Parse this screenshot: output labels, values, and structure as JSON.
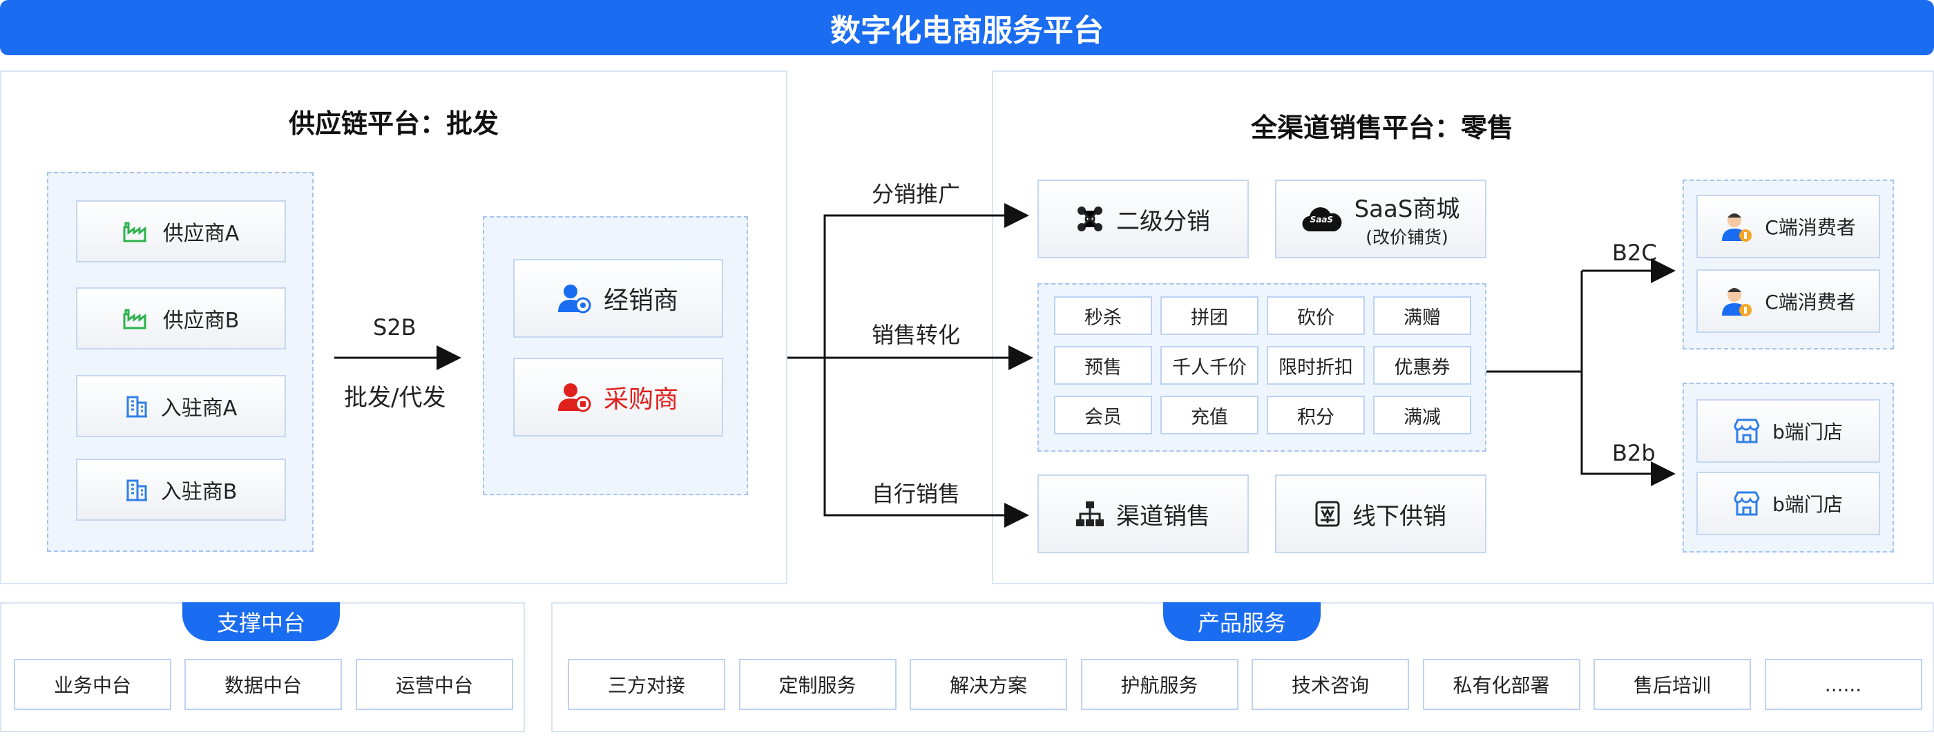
{
  "title": "数字化电商服务平台",
  "left": {
    "title": "供应链平台：批发",
    "suppliers": [
      "供应商A",
      "供应商B"
    ],
    "residents": [
      "入驻商A",
      "入驻商B"
    ],
    "arrow_top": "S2B",
    "arrow_bottom": "批发/代发",
    "dealer": "经销商",
    "buyer": "采购商"
  },
  "right": {
    "title": "全渠道销售平台：零售",
    "route_labels": [
      "分销推广",
      "销售转化",
      "自行销售"
    ],
    "secondary": "二级分销",
    "saas_main": "SaaS商城",
    "saas_sub": "(改价铺货)",
    "saas_logo": "SaaS",
    "promos": [
      "秒杀",
      "拼团",
      "砍价",
      "满赠",
      "预售",
      "千人千价",
      "限时折扣",
      "优惠券",
      "会员",
      "充值",
      "积分",
      "满减"
    ],
    "channel": "渠道销售",
    "offline": "线下供销",
    "b2c": "B2C",
    "b2b": "B2b",
    "consumers": [
      "C端消费者",
      "C端消费者"
    ],
    "stores": [
      "b端门店",
      "b端门店"
    ]
  },
  "support": {
    "title": "支撑中台",
    "items": [
      "业务中台",
      "数据中台",
      "运营中台"
    ]
  },
  "services": {
    "title": "产品服务",
    "items": [
      "三方对接",
      "定制服务",
      "解决方案",
      "护航服务",
      "技术咨询",
      "私有化部署",
      "售后培训",
      "......"
    ]
  },
  "colors": {
    "primary": "#1a6cf0",
    "supplier_green": "#2bb24c",
    "buyer_red": "#e0201c",
    "accent_orange": "#f5a623"
  }
}
